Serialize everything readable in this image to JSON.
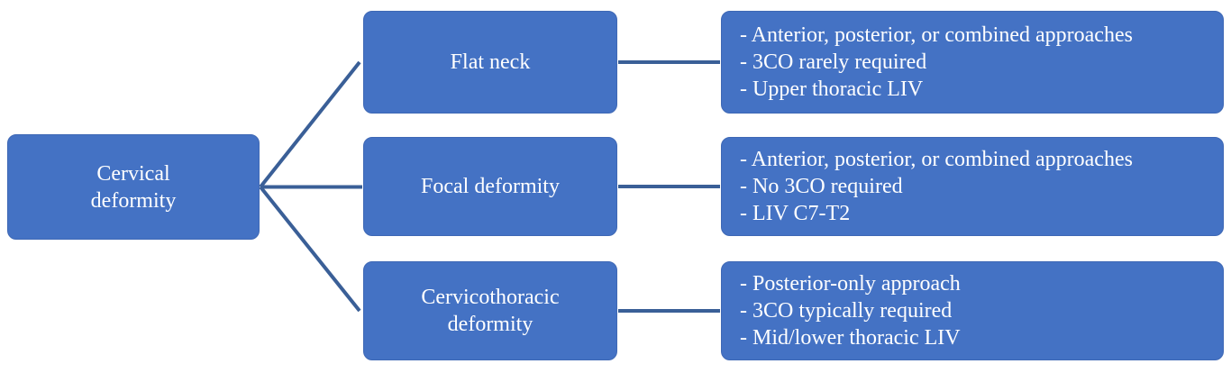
{
  "diagram": {
    "type": "flowchart",
    "root": {
      "label": "Cervical deformity"
    },
    "branches": [
      {
        "label": "Flat neck",
        "details": [
          "- Anterior, posterior, or combined approaches",
          "- 3CO rarely required",
          "- Upper thoracic LIV"
        ]
      },
      {
        "label": "Focal deformity",
        "details": [
          "- Anterior, posterior, or combined approaches",
          "- No 3CO required",
          "- LIV C7-T2"
        ]
      },
      {
        "label": "Cervicothoracic deformity",
        "details": [
          "- Posterior-only approach",
          "- 3CO typically required",
          "- Mid/lower thoracic LIV"
        ]
      }
    ],
    "colors": {
      "box_fill": "#4472C4",
      "box_border": "#3E68B5",
      "connector": "#3A5F97",
      "text": "#FFFFFF",
      "background": "#FFFFFF"
    }
  }
}
